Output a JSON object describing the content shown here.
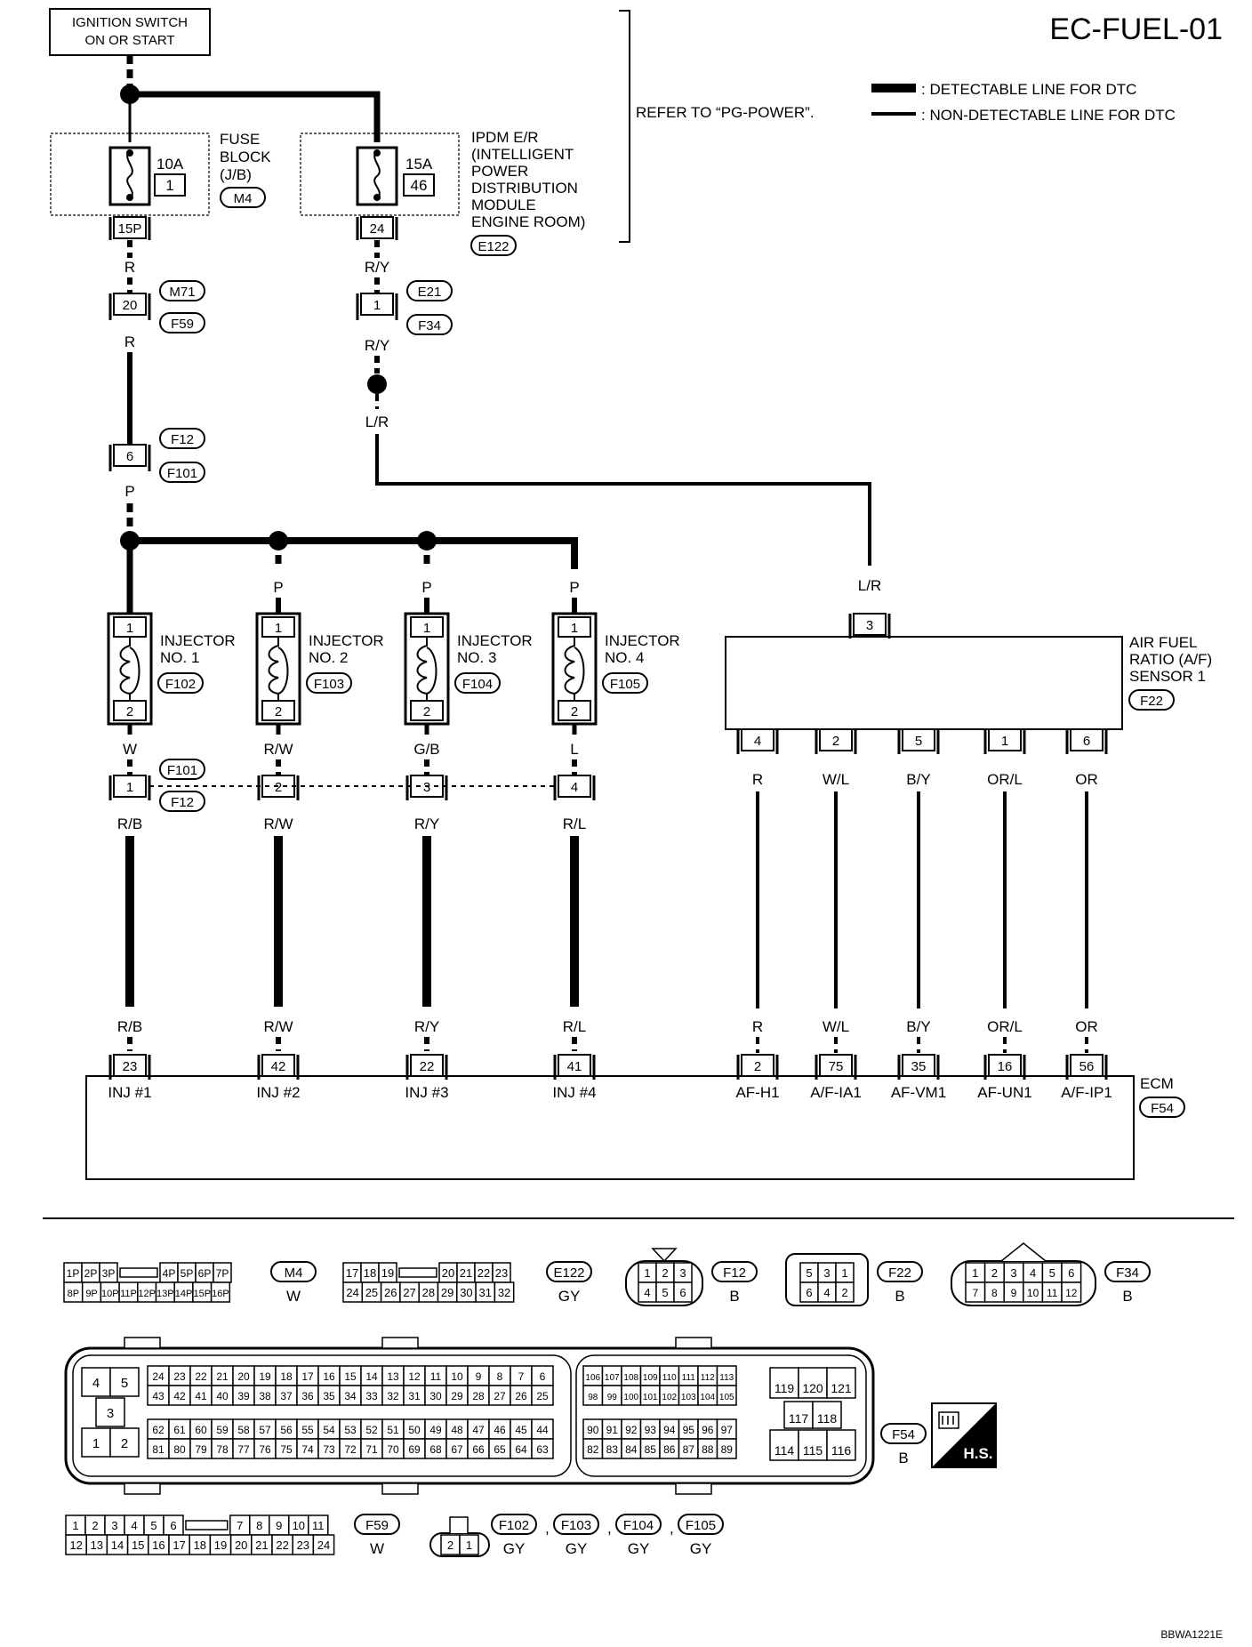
{
  "title": "EC-FUEL-01",
  "legend": {
    "detectable": ": DETECTABLE LINE FOR DTC",
    "non_detectable": ": NON-DETECTABLE LINE FOR DTC"
  },
  "refer_note": "REFER TO “PG-POWER”.",
  "ignition": [
    "IGNITION SWITCH",
    "ON OR START"
  ],
  "fuse_block": {
    "lines": [
      "FUSE",
      "BLOCK",
      "(J/B)"
    ],
    "rating": "10A",
    "number": "1",
    "connector": "M4",
    "terminal": "15P"
  },
  "ipdm": {
    "lines": [
      "IPDM E/R",
      "(INTELLIGENT",
      "POWER",
      "DISTRIBUTION",
      "MODULE",
      "ENGINE ROOM)"
    ],
    "rating": "15A",
    "number": "46",
    "connector": "E122",
    "terminal": "24"
  },
  "left_chain": {
    "wire_r": "R",
    "junction1": "20",
    "conn_m71": "M71",
    "conn_f59": "F59",
    "junction2": "6",
    "conn_f12": "F12",
    "conn_f101": "F101",
    "wire_p": "P"
  },
  "right_chain": {
    "wire_ry": "R/Y",
    "junction": "1",
    "conn_e21": "E21",
    "conn_f34": "F34",
    "wire_lr": "L/R"
  },
  "injectors": [
    {
      "label1": "INJECTOR",
      "label2": "NO. 1",
      "connector": "F102",
      "upper_wire": "",
      "lower_wire": "W",
      "jc_pin": "1",
      "mid_wire": "R/B",
      "ecm_pin": "23",
      "ecm_label": "INJ #1"
    },
    {
      "label1": "INJECTOR",
      "label2": "NO. 2",
      "connector": "F103",
      "upper_wire": "P",
      "lower_wire": "R/W",
      "jc_pin": "2",
      "mid_wire": "R/W",
      "ecm_pin": "42",
      "ecm_label": "INJ #2"
    },
    {
      "label1": "INJECTOR",
      "label2": "NO. 3",
      "connector": "F104",
      "upper_wire": "P",
      "lower_wire": "G/B",
      "jc_pin": "3",
      "mid_wire": "R/Y",
      "ecm_pin": "22",
      "ecm_label": "INJ #3"
    },
    {
      "label1": "INJECTOR",
      "label2": "NO. 4",
      "connector": "F105",
      "upper_wire": "P",
      "lower_wire": "L",
      "jc_pin": "4",
      "mid_wire": "R/L",
      "ecm_pin": "41",
      "ecm_label": "INJ #4"
    }
  ],
  "injector_pins": [
    "1",
    "2"
  ],
  "inj_joint_connectors": [
    "F101",
    "F12"
  ],
  "af_sensor": {
    "lines": [
      "AIR FUEL",
      "RATIO (A/F)",
      "SENSOR 1"
    ],
    "connector": "F22",
    "input_pin": "3",
    "input_wire": "L/R",
    "outputs": [
      {
        "pin": "4",
        "wire": "R",
        "ecm_pin": "2",
        "ecm_label": "AF-H1"
      },
      {
        "pin": "2",
        "wire": "W/L",
        "ecm_pin": "75",
        "ecm_label": "A/F-IA1"
      },
      {
        "pin": "5",
        "wire": "B/Y",
        "ecm_pin": "35",
        "ecm_label": "AF-VM1"
      },
      {
        "pin": "1",
        "wire": "OR/L",
        "ecm_pin": "16",
        "ecm_label": "AF-UN1"
      },
      {
        "pin": "6",
        "wire": "OR",
        "ecm_pin": "56",
        "ecm_label": "A/F-IP1"
      }
    ]
  },
  "ecm": {
    "label": "ECM",
    "connector": "F54"
  },
  "connector_views": {
    "m4": {
      "row1": [
        "1P",
        "2P",
        "3P",
        "",
        "4P",
        "5P",
        "6P",
        "7P"
      ],
      "row2": [
        "8P",
        "9P",
        "10P",
        "11P",
        "12P",
        "13P",
        "14P",
        "15P",
        "16P"
      ],
      "name": "M4",
      "color": "W"
    },
    "e122": {
      "row1": [
        "17",
        "18",
        "19",
        "",
        "20",
        "21",
        "22",
        "23"
      ],
      "row2": [
        "24",
        "25",
        "26",
        "27",
        "28",
        "29",
        "30",
        "31",
        "32"
      ],
      "name": "E122",
      "color": "GY"
    },
    "f12": {
      "row1": [
        "1",
        "2",
        "3"
      ],
      "row2": [
        "4",
        "5",
        "6"
      ],
      "name": "F12",
      "color": "B"
    },
    "f22": {
      "row1": [
        "5",
        "3",
        "1"
      ],
      "row2": [
        "6",
        "4",
        "2"
      ],
      "name": "F22",
      "color": "B"
    },
    "f34": {
      "row1": [
        "1",
        "2",
        "3",
        "4",
        "5",
        "6"
      ],
      "row2": [
        "7",
        "8",
        "9",
        "10",
        "11",
        "12"
      ],
      "name": "F34",
      "color": "B"
    },
    "f54": {
      "name": "F54",
      "color": "B",
      "small": [
        "4",
        "5",
        "3",
        "1",
        "2"
      ],
      "a1": [
        "24",
        "23",
        "22",
        "21",
        "20",
        "19",
        "18",
        "17",
        "16",
        "15",
        "14",
        "13",
        "12",
        "11",
        "10",
        "9",
        "8",
        "7",
        "6"
      ],
      "a2": [
        "43",
        "42",
        "41",
        "40",
        "39",
        "38",
        "37",
        "36",
        "35",
        "34",
        "33",
        "32",
        "31",
        "30",
        "29",
        "28",
        "27",
        "26",
        "25"
      ],
      "a3": [
        "62",
        "61",
        "60",
        "59",
        "58",
        "57",
        "56",
        "55",
        "54",
        "53",
        "52",
        "51",
        "50",
        "49",
        "48",
        "47",
        "46",
        "45",
        "44"
      ],
      "a4": [
        "81",
        "80",
        "79",
        "78",
        "77",
        "76",
        "75",
        "74",
        "73",
        "72",
        "71",
        "70",
        "69",
        "68",
        "67",
        "66",
        "65",
        "64",
        "63"
      ],
      "b1": [
        "106",
        "107",
        "108",
        "109",
        "110",
        "111",
        "112",
        "113"
      ],
      "b2": [
        "98",
        "99",
        "100",
        "101",
        "102",
        "103",
        "104",
        "105"
      ],
      "b3": [
        "90",
        "91",
        "92",
        "93",
        "94",
        "95",
        "96",
        "97"
      ],
      "b4": [
        "82",
        "83",
        "84",
        "85",
        "86",
        "87",
        "88",
        "89"
      ],
      "c1": [
        "119",
        "120",
        "121"
      ],
      "c2": [
        "117",
        "118"
      ],
      "c3": [
        "114",
        "115",
        "116"
      ]
    },
    "hs": "H.S.",
    "f59": {
      "row1": [
        "1",
        "2",
        "3",
        "4",
        "5",
        "6",
        "",
        "7",
        "8",
        "9",
        "10",
        "11"
      ],
      "row2": [
        "12",
        "13",
        "14",
        "15",
        "16",
        "17",
        "18",
        "19",
        "20",
        "21",
        "22",
        "23",
        "24"
      ],
      "name": "F59",
      "color": "W"
    },
    "inj": {
      "pins": [
        "2",
        "1"
      ],
      "names": [
        "F102",
        "F103",
        "F104",
        "F105"
      ],
      "color": "GY",
      "sep": ","
    }
  },
  "figure_code": "BBWA1221E"
}
